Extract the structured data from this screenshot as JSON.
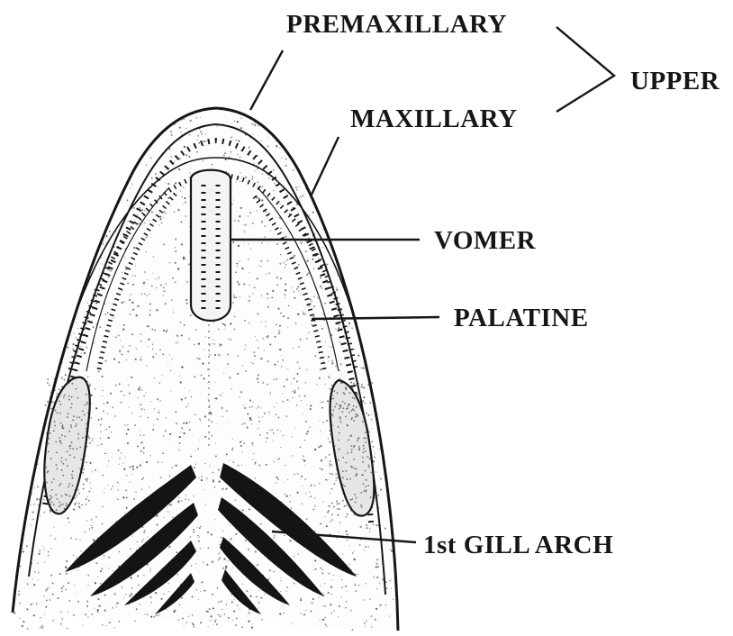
{
  "labels": {
    "premaxillary": "PREMAXILLARY",
    "maxillary": "MAXILLARY",
    "upper": "UPPER",
    "vomer": "VOMER",
    "palatine": "PALATINE",
    "gill_arch": "1st GILL  ARCH"
  },
  "colors": {
    "ink": "#161616",
    "background": "#ffffff",
    "stipple": "#3a3a3a",
    "gill_fill": "#141414"
  }
}
